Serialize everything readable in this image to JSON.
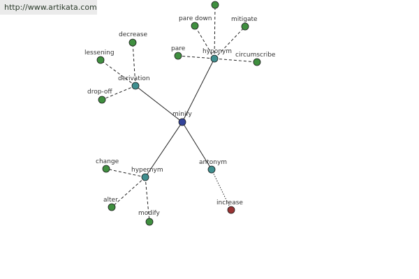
{
  "watermark": {
    "text": "http://www.artikata.com"
  },
  "colors": {
    "center": "#33449a",
    "relation": "#3f8f8f",
    "word": "#3f8f3f",
    "antonym_word": "#993333"
  },
  "nodes": [
    {
      "id": "minify",
      "label": "minify",
      "kind": "center"
    },
    {
      "id": "derivation",
      "label": "derivation",
      "kind": "relation"
    },
    {
      "id": "hyponym",
      "label": "hyponym",
      "kind": "relation"
    },
    {
      "id": "hypernym",
      "label": "hypernym",
      "kind": "relation"
    },
    {
      "id": "antonym",
      "label": "antonym",
      "kind": "relation"
    },
    {
      "id": "decrease",
      "label": "decrease",
      "kind": "word"
    },
    {
      "id": "lessening",
      "label": "lessening",
      "kind": "word"
    },
    {
      "id": "drop-off",
      "label": "drop-off",
      "kind": "word"
    },
    {
      "id": "pare-down",
      "label": "pare down",
      "kind": "word"
    },
    {
      "id": "mitigate",
      "label": "mitigate",
      "kind": "word"
    },
    {
      "id": "pare",
      "label": "pare",
      "kind": "word"
    },
    {
      "id": "circumscribe",
      "label": "circumscribe",
      "kind": "word"
    },
    {
      "id": "top-node",
      "label": "",
      "kind": "word"
    },
    {
      "id": "change",
      "label": "change",
      "kind": "word"
    },
    {
      "id": "alter",
      "label": "alter",
      "kind": "word"
    },
    {
      "id": "modify",
      "label": "modify",
      "kind": "word"
    },
    {
      "id": "increase",
      "label": "increase",
      "kind": "antonym_word"
    }
  ],
  "edges": [
    {
      "from": "minify",
      "to": "derivation",
      "style": "solid"
    },
    {
      "from": "minify",
      "to": "hyponym",
      "style": "solid"
    },
    {
      "from": "minify",
      "to": "hypernym",
      "style": "solid"
    },
    {
      "from": "minify",
      "to": "antonym",
      "style": "solid"
    },
    {
      "from": "derivation",
      "to": "decrease",
      "style": "dashed"
    },
    {
      "from": "derivation",
      "to": "lessening",
      "style": "dashed"
    },
    {
      "from": "derivation",
      "to": "drop-off",
      "style": "dashed"
    },
    {
      "from": "hyponym",
      "to": "pare-down",
      "style": "dashed"
    },
    {
      "from": "hyponym",
      "to": "mitigate",
      "style": "dashed"
    },
    {
      "from": "hyponym",
      "to": "pare",
      "style": "dashed"
    },
    {
      "from": "hyponym",
      "to": "circumscribe",
      "style": "dashed"
    },
    {
      "from": "hyponym",
      "to": "top-node",
      "style": "dashed"
    },
    {
      "from": "hypernym",
      "to": "change",
      "style": "dashed"
    },
    {
      "from": "hypernym",
      "to": "alter",
      "style": "dashed"
    },
    {
      "from": "hypernym",
      "to": "modify",
      "style": "dashed"
    },
    {
      "from": "antonym",
      "to": "increase",
      "style": "dotted"
    }
  ]
}
